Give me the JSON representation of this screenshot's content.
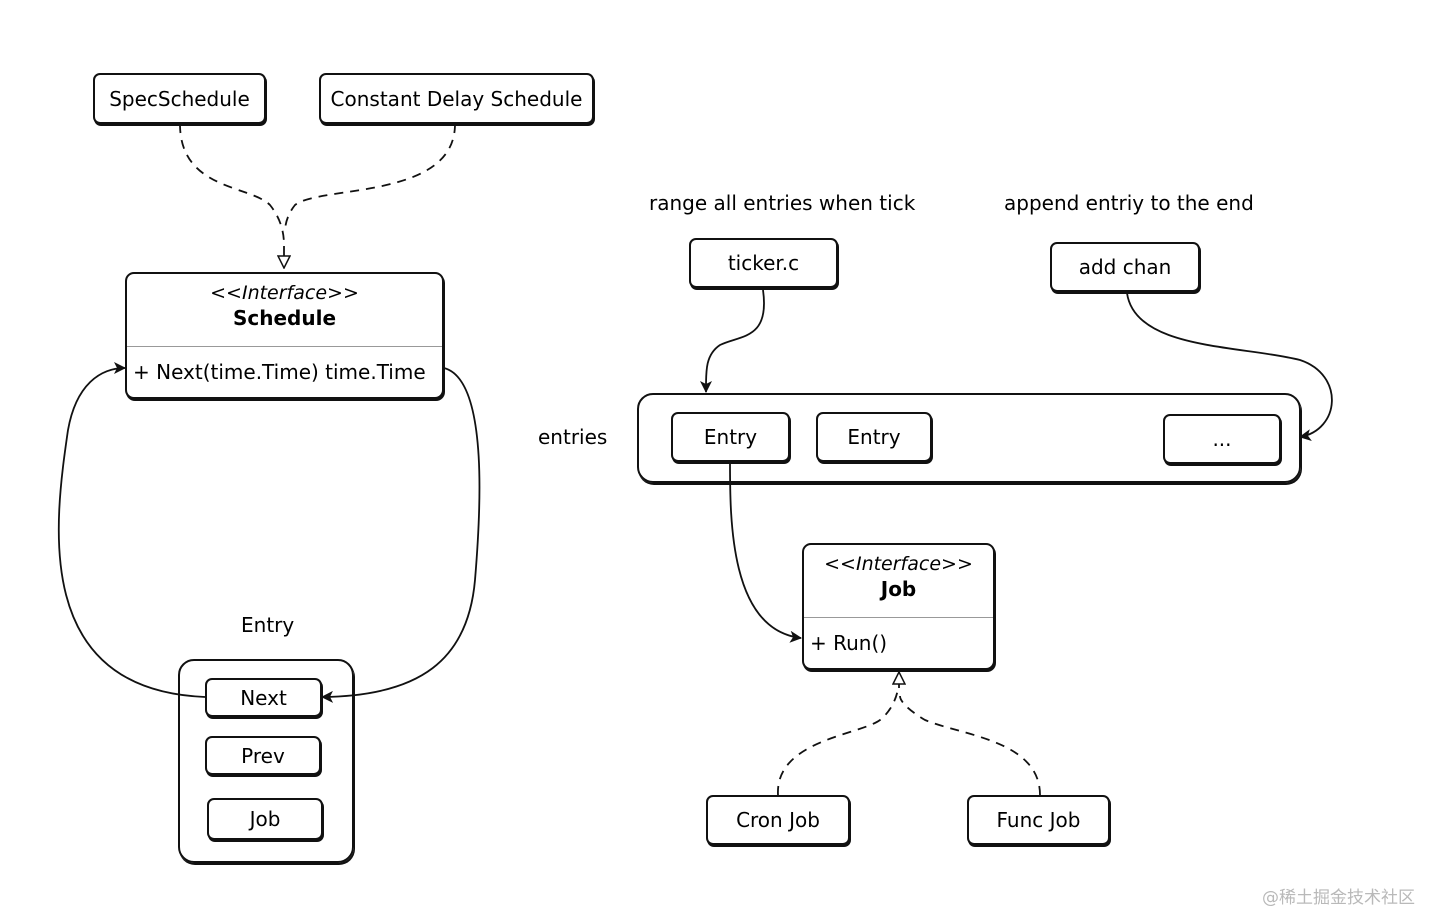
{
  "schedule_impls": {
    "spec": "SpecSchedule",
    "constant_delay": "Constant Delay Schedule"
  },
  "schedule_interface": {
    "stereotype": "<<Interface>>",
    "name": "Schedule",
    "method": "+ Next(time.Time) time.Time"
  },
  "entry_struct": {
    "title": "Entry",
    "fields": [
      "Next",
      "Prev",
      "Job"
    ]
  },
  "ticker": {
    "note": "range all entries when tick",
    "label": "ticker.c"
  },
  "add": {
    "note": "append entriy to the end",
    "label": "add chan"
  },
  "entries": {
    "label": "entries",
    "items": [
      "Entry",
      "Entry",
      "..."
    ]
  },
  "job_interface": {
    "stereotype": "<<Interface>>",
    "name": "Job",
    "method": "+ Run()"
  },
  "job_impls": {
    "cron": "Cron Job",
    "func": "Func Job"
  },
  "watermark": "@稀土掘金技术社区"
}
